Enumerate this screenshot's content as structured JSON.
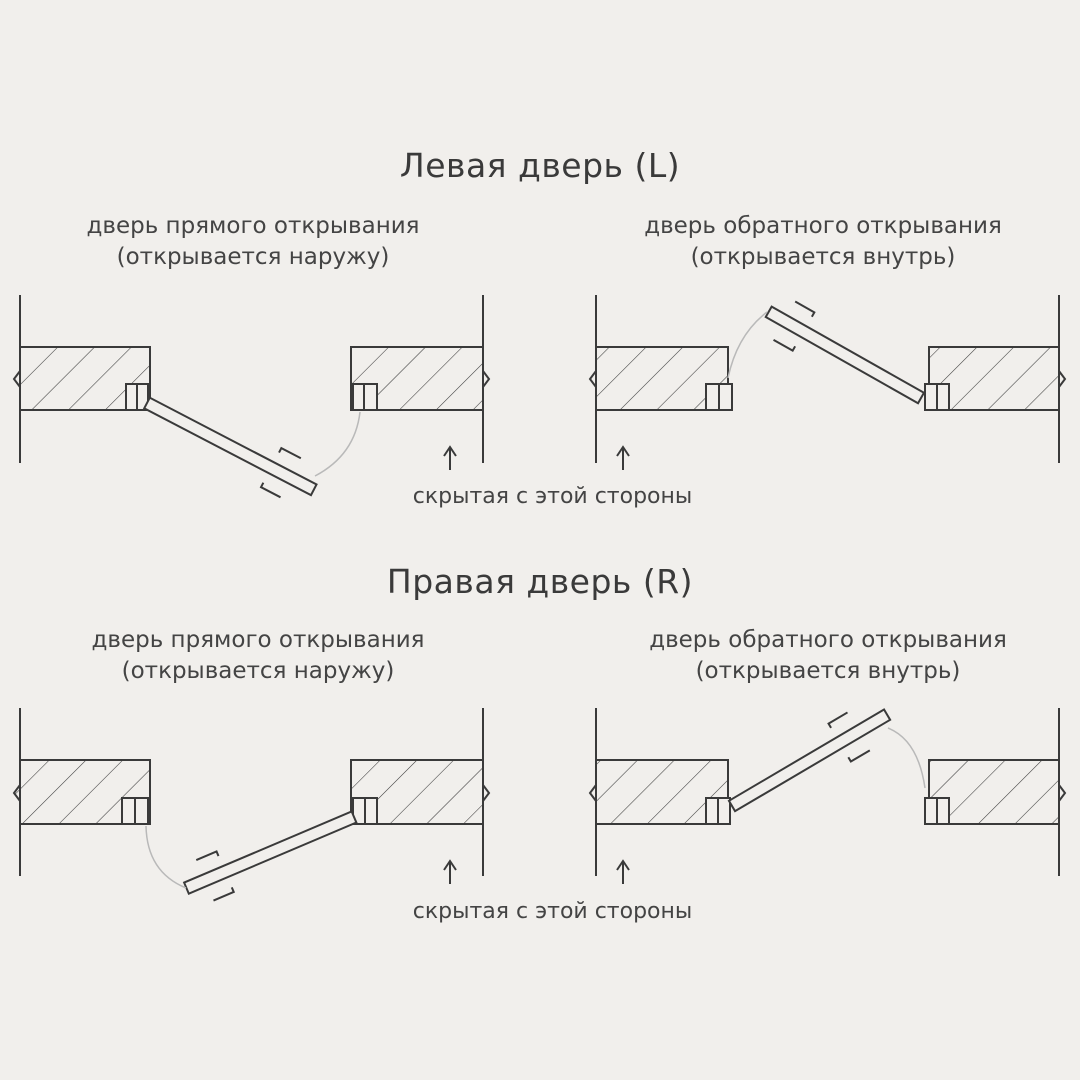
{
  "left_door": {
    "heading": "Левая дверь (L)",
    "direct": {
      "line1": "дверь прямого открывания",
      "line2": "(открывается наружу)"
    },
    "reverse": {
      "line1": "дверь обратного открывания",
      "line2": "(открывается внутрь)"
    },
    "hidden_note": "скрытая с этой стороны"
  },
  "right_door": {
    "heading": "Правая дверь (R)",
    "direct": {
      "line1": "дверь прямого открывания",
      "line2": "(открывается наружу)"
    },
    "reverse": {
      "line1": "дверь обратного открывания",
      "line2": "(открывается внутрь)"
    },
    "hidden_note": "скрытая с этой стороны"
  },
  "colors": {
    "background": "#f1efec",
    "line": "#3a3a3a",
    "swing_arc": "#b9b9b9"
  }
}
